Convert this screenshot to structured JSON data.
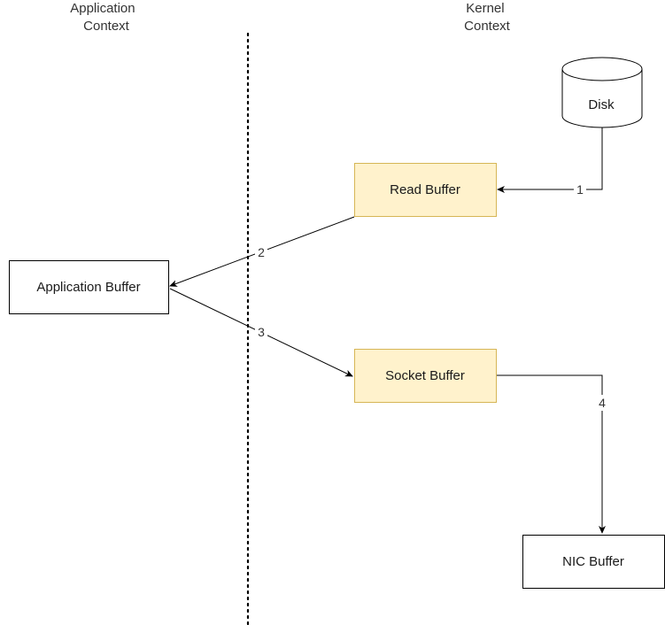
{
  "contexts": {
    "application": {
      "line1": "Application",
      "line2": "Context"
    },
    "kernel": {
      "line1": "Kernel",
      "line2": "Context"
    }
  },
  "nodes": {
    "disk": {
      "label": "Disk"
    },
    "read_buffer": {
      "label": "Read Buffer"
    },
    "application_buffer": {
      "label": "Application Buffer"
    },
    "socket_buffer": {
      "label": "Socket Buffer"
    },
    "nic_buffer": {
      "label": "NIC Buffer"
    }
  },
  "edges": {
    "disk_to_read": {
      "label": "1"
    },
    "read_to_app": {
      "label": "2"
    },
    "app_to_socket": {
      "label": "3"
    },
    "socket_to_nic": {
      "label": "4"
    }
  },
  "colors": {
    "kernel_fill": "#fff2cc",
    "kernel_stroke": "#d6b656",
    "default_fill": "#ffffff",
    "default_stroke": "#000000",
    "edge": "#000000"
  }
}
